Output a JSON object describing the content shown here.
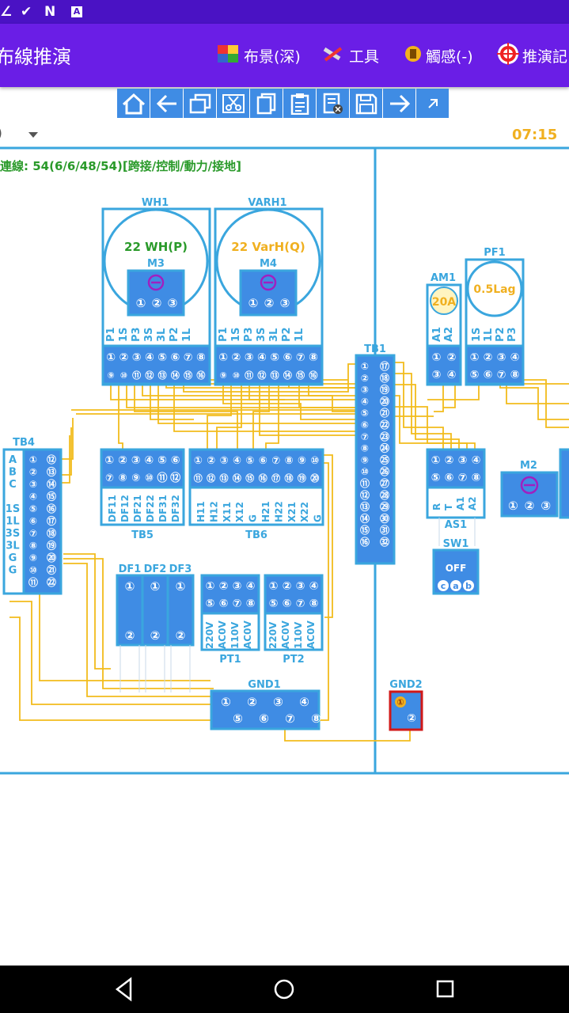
{
  "status_bar": {
    "icons": [
      "notification-icon",
      "check-icon",
      "n-app-icon",
      "a-app-icon"
    ]
  },
  "app_bar": {
    "title": "布線推演",
    "menu": [
      {
        "label": "布景(深)",
        "icon": "layout-icon"
      },
      {
        "label": "工具",
        "icon": "tools-icon"
      },
      {
        "label": "觸感(-)",
        "icon": "haptic-icon"
      },
      {
        "label": "推演記",
        "icon": "target-icon"
      }
    ]
  },
  "toolbar": {
    "buttons": [
      "home-icon",
      "back-arrow-icon",
      "window-icon",
      "cut-icon",
      "copy-icon",
      "paste-icon",
      "delete-doc-icon",
      "save-icon",
      "forward-arrow-icon",
      "expand-icon"
    ]
  },
  "info": {
    "dropdown_value": ")",
    "clock": "07:15",
    "stats": "連線: 54(6/6/48/54)[跨接/控制/動力/接地]"
  },
  "colors": {
    "primary": "#6a1ee6",
    "status": "#4a12c4",
    "component": "#3f8ce4",
    "border": "#3aa6de",
    "wire": "#f2bc1c",
    "green": "#2a9a2a",
    "gold": "#f0b020"
  },
  "components": {
    "WH1": {
      "label": "WH1",
      "reading": "22 WH(P)",
      "sub": "M3",
      "terms": [
        "P1",
        "1S",
        "P3",
        "3S",
        "3L",
        "P2",
        "1L"
      ]
    },
    "VARH1": {
      "label": "VARH1",
      "reading": "22 VarH(Q)",
      "sub": "M4",
      "terms": [
        "P1",
        "1S",
        "P3",
        "3S",
        "3L",
        "P2",
        "1L"
      ]
    },
    "AM1": {
      "label": "AM1",
      "reading": "20A",
      "terms": [
        "A1",
        "A2"
      ]
    },
    "PF1": {
      "label": "PF1",
      "reading": "0.5Lag",
      "terms": [
        "1S",
        "1L",
        "P2",
        "P3"
      ]
    },
    "TB1": {
      "label": "TB1"
    },
    "TB4": {
      "label": "TB4",
      "labels": [
        "A",
        "B",
        "C",
        "",
        "1S",
        "1L",
        "3S",
        "3L",
        "G",
        "G"
      ]
    },
    "TB5": {
      "label": "TB5",
      "terms": [
        "DF11",
        "DF12",
        "DF21",
        "DF22",
        "DF31",
        "DF32"
      ]
    },
    "TB6": {
      "label": "TB6",
      "terms": [
        "H11",
        "H12",
        "X11",
        "X12",
        "G",
        "H21",
        "H22",
        "X21",
        "X22",
        "G"
      ]
    },
    "AS1": {
      "label": "AS1",
      "terms": [
        "R",
        "T",
        "A1",
        "A2"
      ]
    },
    "SW1": {
      "label": "SW1",
      "state": "OFF",
      "terms": [
        "c",
        "a",
        "b"
      ]
    },
    "M2": {
      "label": "M2"
    },
    "DF": {
      "labels": [
        "DF1",
        "DF2",
        "DF3"
      ]
    },
    "PT1": {
      "label": "PT1",
      "terms": [
        "220V",
        "AC0V",
        "110V",
        "AC0V"
      ]
    },
    "PT2": {
      "label": "PT2",
      "terms": [
        "220V",
        "AC0V",
        "110V",
        "AC0V"
      ]
    },
    "GND1": {
      "label": "GND1"
    },
    "GND2": {
      "label": "GND2"
    }
  },
  "pin_glyphs": [
    "①",
    "②",
    "③",
    "④",
    "⑤",
    "⑥",
    "⑦",
    "⑧",
    "⑨",
    "⑩",
    "⑪",
    "⑫",
    "⑬",
    "⑭",
    "⑮",
    "⑯",
    "⑰",
    "⑱",
    "⑲",
    "⑳",
    "㉑",
    "㉒",
    "㉓",
    "㉔",
    "㉕",
    "㉖",
    "㉗",
    "㉘",
    "㉙",
    "㉚",
    "㉛",
    "㉜"
  ]
}
